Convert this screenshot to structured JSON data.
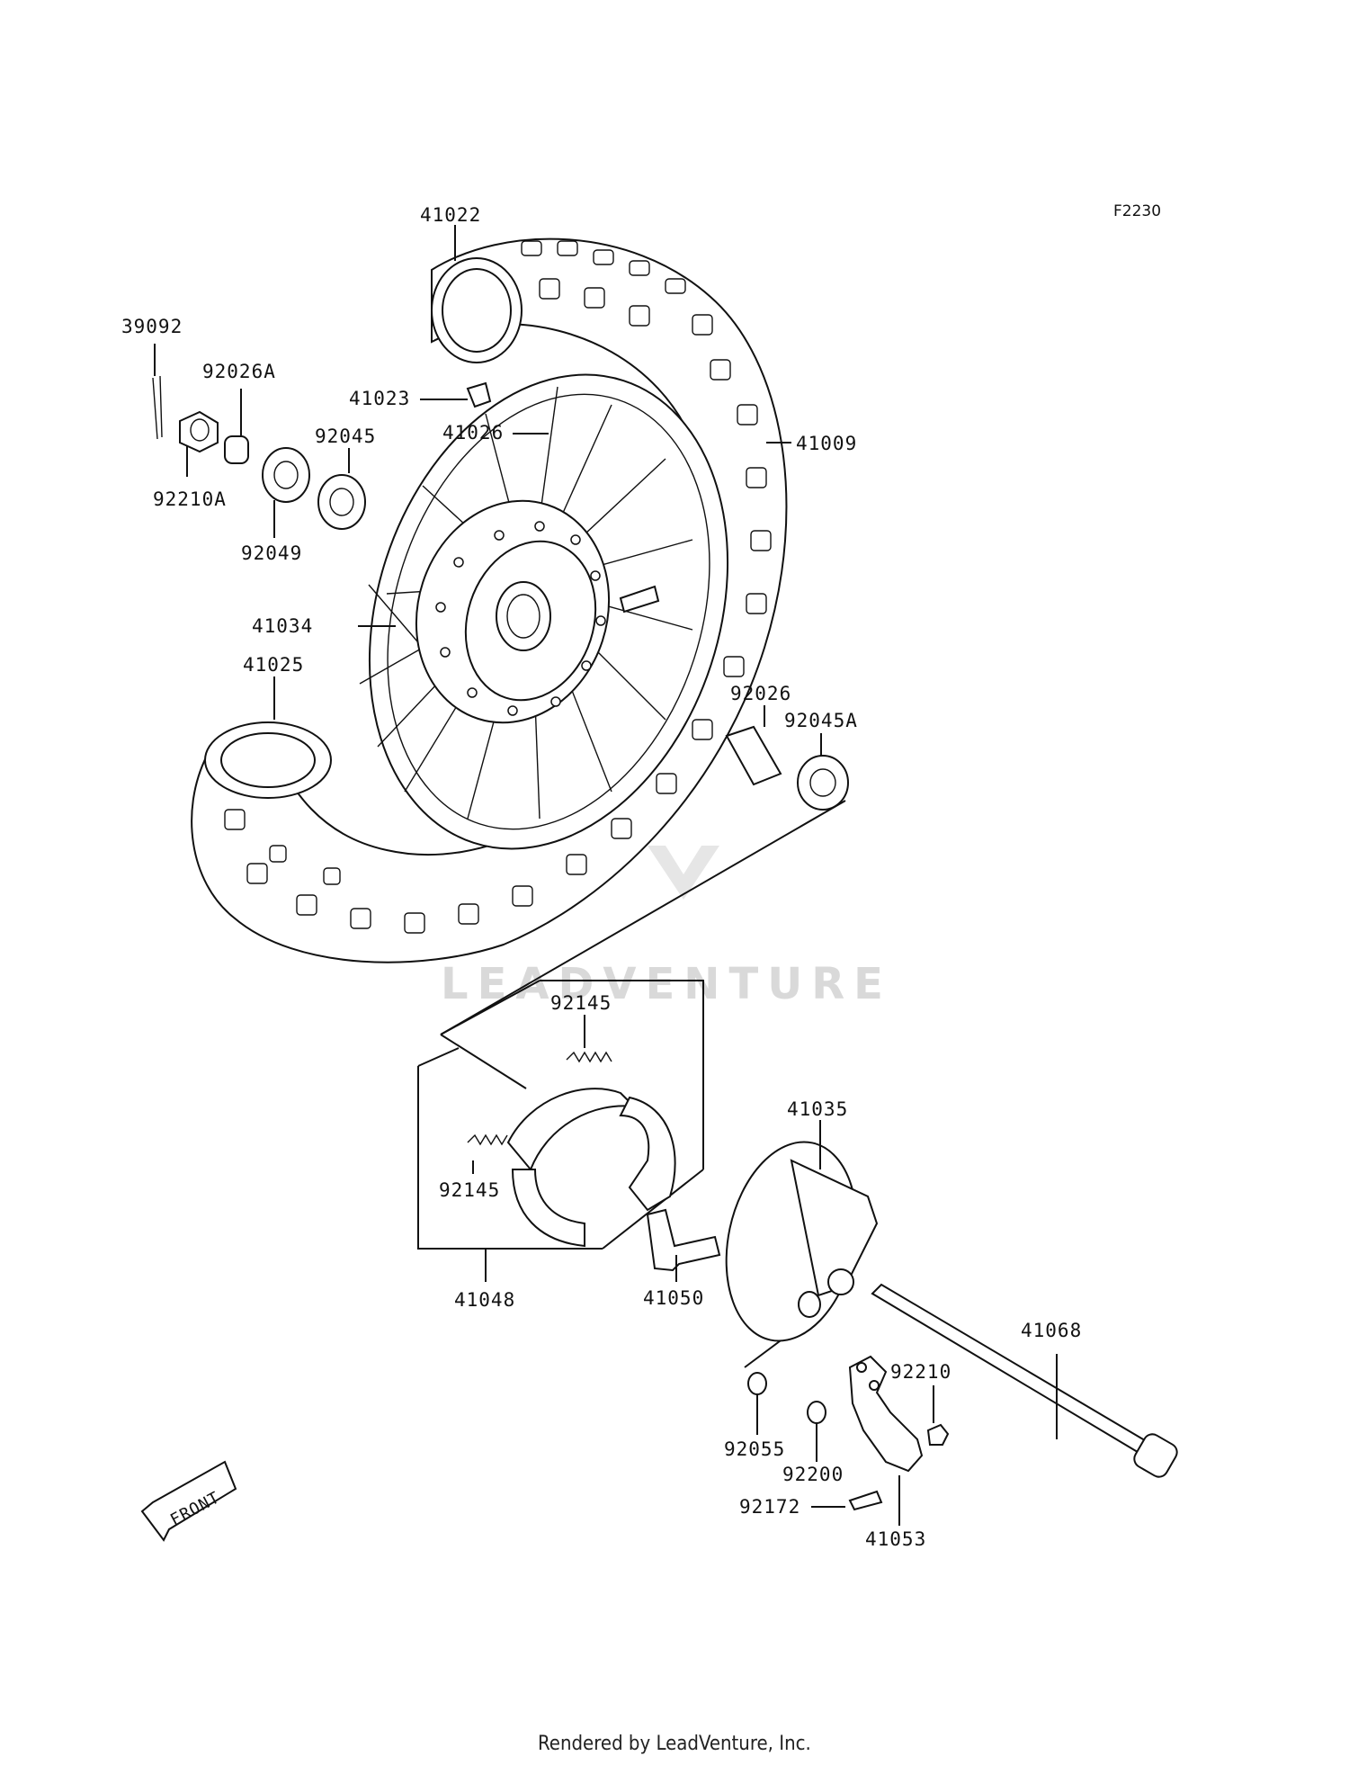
{
  "figure_code": "F2230",
  "footer": "Rendered by LeadVenture, Inc.",
  "watermark": "LEADVENTURE",
  "front_label": "FRONT",
  "callouts": {
    "p41022": "41022",
    "p39092": "39092",
    "p92026A": "92026A",
    "p41023": "41023",
    "p41009": "41009",
    "p41026": "41026",
    "p92045": "92045",
    "p92210A": "92210A",
    "p92049": "92049",
    "p41034": "41034",
    "p41025": "41025",
    "p92026": "92026",
    "p92045A": "92045A",
    "p92145_top": "92145",
    "p92145_left": "92145",
    "p41035": "41035",
    "p41048": "41048",
    "p41050": "41050",
    "p41068": "41068",
    "p92210": "92210",
    "p92055": "92055",
    "p92200": "92200",
    "p92172": "92172",
    "p41053": "41053"
  }
}
